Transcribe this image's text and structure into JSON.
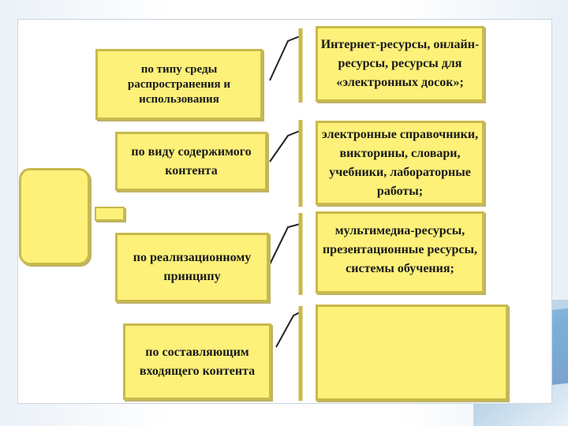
{
  "categories": [
    {
      "label": "по типу среды распространения и использования"
    },
    {
      "label": "по виду содержимого контента"
    },
    {
      "label": "по реализационному принципу"
    },
    {
      "label": "по составляющим входящего контента"
    }
  ],
  "resources": [
    {
      "label": "Интернет-ресурсы, онлайн-ресурсы, ресурсы для «электронных досок»;"
    },
    {
      "label": "электронные справочники, викторины, словари, учебники, лабораторные работы;"
    },
    {
      "label": "мультимедиа-ресурсы, презентационные ресурсы, системы обучения;"
    },
    {
      "label": ""
    }
  ],
  "colors": {
    "box_fill": "#fdf17a",
    "box_border": "#c9b94a"
  }
}
